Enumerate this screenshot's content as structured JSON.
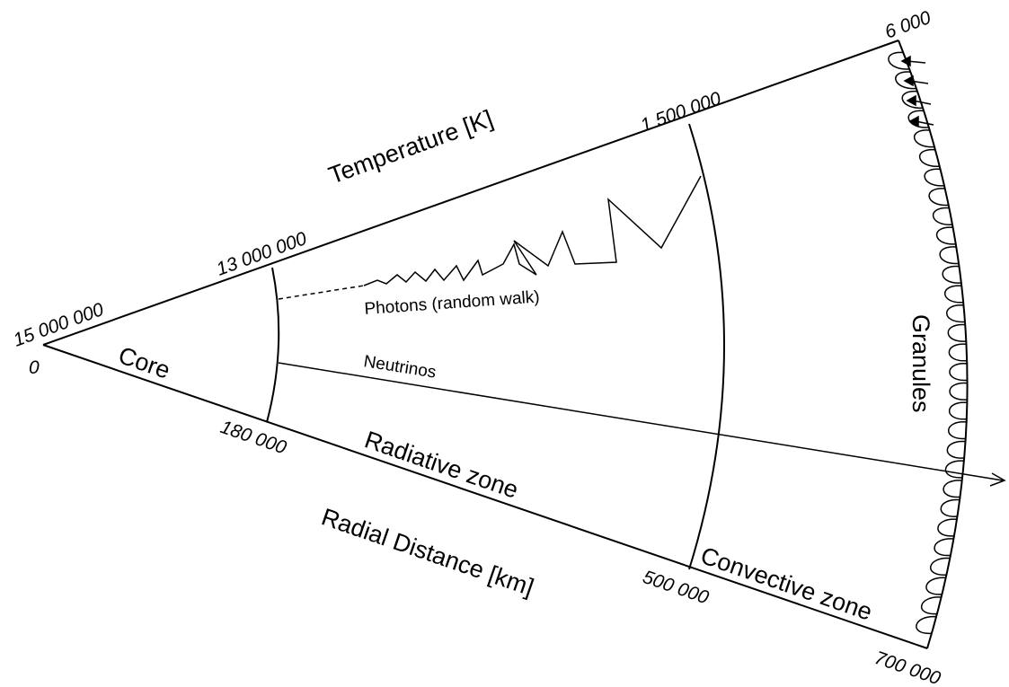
{
  "axes": {
    "temperature": "Temperature [K]",
    "radial_distance": "Radial Distance [km]"
  },
  "temperature_ticks": [
    "15 000 000",
    "13 000 000",
    "1 500 000",
    "6 000"
  ],
  "distance_ticks": [
    "0",
    "180 000",
    "500 000",
    "700 000"
  ],
  "zones": {
    "core": "Core",
    "radiative": "Radiative zone",
    "convective": "Convective zone",
    "granules": "Granules"
  },
  "particles": {
    "photons": "Photons (random walk)",
    "neutrinos": "Neutrinos"
  },
  "colors": {
    "ink": "#000000",
    "background": "#ffffff"
  }
}
